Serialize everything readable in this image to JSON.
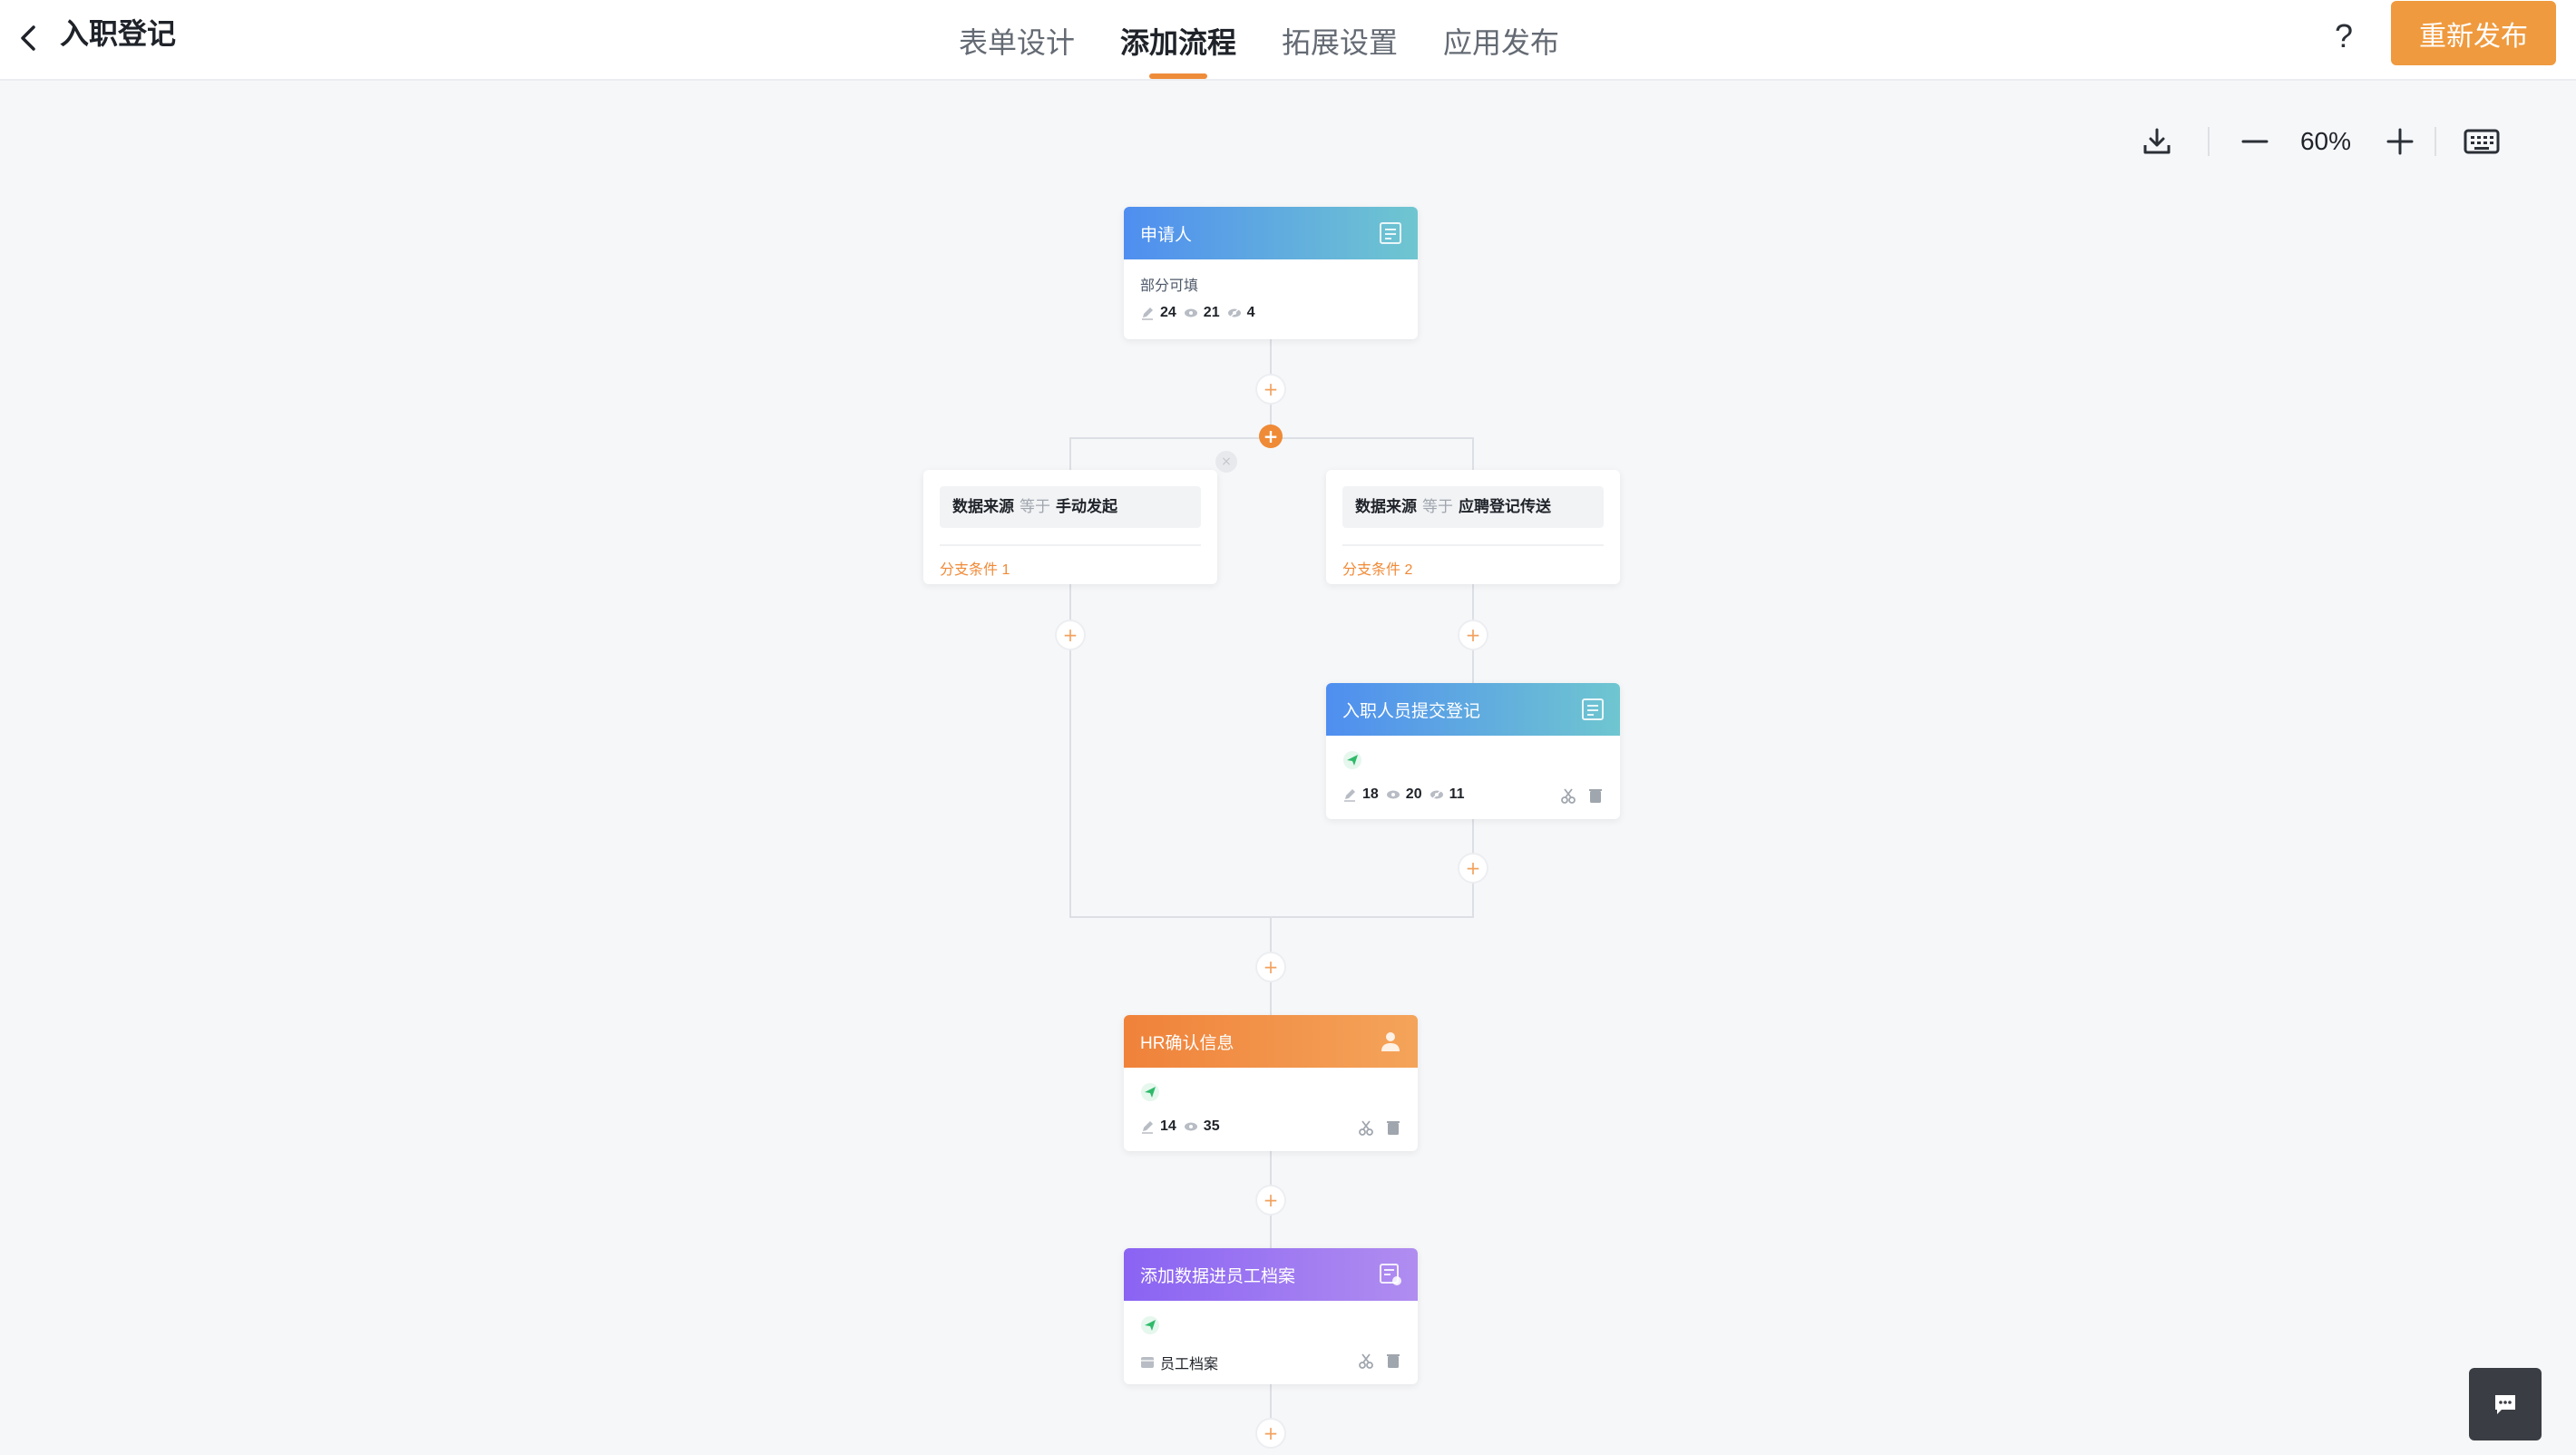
{
  "header": {
    "title": "入职登记",
    "tabs": [
      "表单设计",
      "添加流程",
      "拓展设置",
      "应用发布"
    ],
    "active_tab": "添加流程",
    "help_label": "?",
    "publish_label": "重新发布",
    "accent_color": "#ef9a3e"
  },
  "toolbar": {
    "zoom": "60%",
    "download_icon": "download-icon",
    "zoom_out_icon": "minus-icon",
    "zoom_in_icon": "plus-icon",
    "keyboard_icon": "keyboard-icon"
  },
  "flow": {
    "applicant": {
      "title": "申请人",
      "subtitle": "部分可填",
      "editable": "24",
      "visible": "21",
      "hidden": "4"
    },
    "branches": [
      {
        "field": "数据来源",
        "operator": "等于",
        "value": "手动发起",
        "label": "分支条件 1"
      },
      {
        "field": "数据来源",
        "operator": "等于",
        "value": "应聘登记传送",
        "label": "分支条件 2"
      }
    ],
    "submit_node": {
      "title": "入职人员提交登记",
      "editable": "18",
      "visible": "20",
      "hidden": "11"
    },
    "hr_node": {
      "title": "HR确认信息",
      "editable": "14",
      "visible": "35"
    },
    "archive_node": {
      "title": "添加数据进员工档案",
      "target": "员工档案"
    },
    "add_symbol": "+"
  }
}
